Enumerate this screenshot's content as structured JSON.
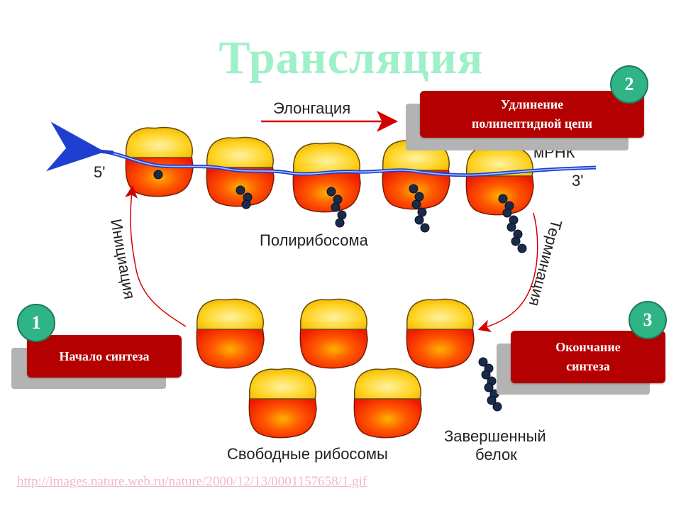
{
  "slide": {
    "title": "Трансляция",
    "source_url": "http://images.nature.web.ru/nature/2000/12/13/0001157658/1.gif"
  },
  "diagram": {
    "elongation_label": "Элонгация",
    "five_prime": "5'",
    "three_prime": "3'",
    "mrna_label": "мРНК",
    "polyribosome_label": "Полирибосома",
    "initiation_label": "Инициация",
    "termination_label": "Терминация",
    "free_ribosomes_label": "Свободные рибосомы",
    "completed_protein_label_1": "Завершенный",
    "completed_protein_label_2": "белок"
  },
  "callouts": [
    {
      "number": "2",
      "text_line1": "Удлинение",
      "text_line2": "полипептидной цепи"
    },
    {
      "number": "1",
      "text_line1": "Начало синтеза",
      "text_line2": ""
    },
    {
      "number": "3",
      "text_line1": "Окончание",
      "text_line2": "синтеза"
    }
  ],
  "colors": {
    "title": "#9ef0c8",
    "callout_box": "#b40000",
    "badge": "#2fb585",
    "arrow": "#d40000",
    "mrna": "#1f3fd0",
    "ribosome_large": "#ff2a00",
    "ribosome_small": "#ffd21f"
  }
}
